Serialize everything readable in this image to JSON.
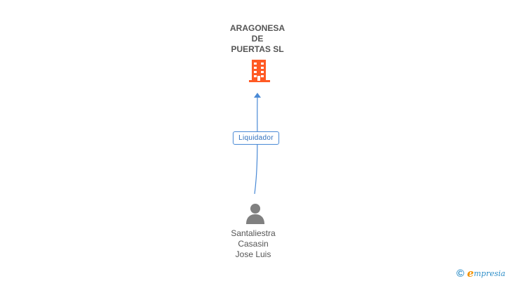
{
  "company": {
    "name_lines": [
      "ARAGONESA",
      "DE",
      "PUERTAS SL"
    ],
    "icon": "building-icon",
    "icon_color": "#ff5a24"
  },
  "relation": {
    "role_label": "Liquidador",
    "line_color": "#4a8ad6"
  },
  "person": {
    "name_lines": [
      "Santaliestra",
      "Casasin",
      "Jose Luis"
    ],
    "icon": "person-icon",
    "icon_color": "#808080"
  },
  "footer": {
    "copyright": "©",
    "brand_first": "e",
    "brand_rest": "mpresia"
  }
}
